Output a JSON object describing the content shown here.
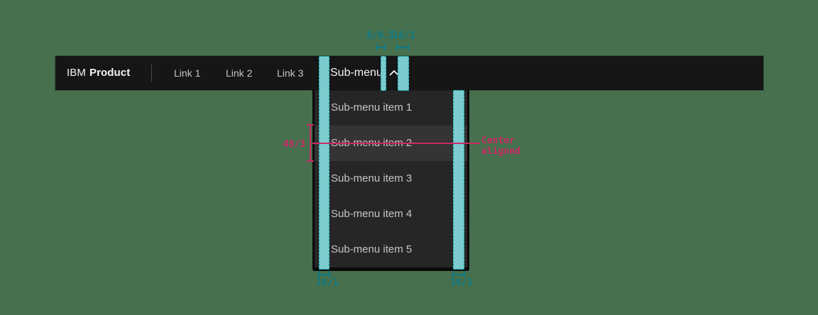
{
  "page": {
    "background_color": "#47704E",
    "description": "Carbon UI shell header with open sub-menu and spacing spec annotations"
  },
  "header": {
    "background_color": "#161616",
    "brand": {
      "prefix": "IBM",
      "name": "Product"
    },
    "links": [
      {
        "label": "Link 1"
      },
      {
        "label": "Link 2"
      },
      {
        "label": "Link 3"
      }
    ],
    "submenu": {
      "label": "Sub-menu",
      "icon": "chevron-up-icon",
      "expanded": true
    }
  },
  "dropdown": {
    "background_color": "#262626",
    "hover_color": "#343434",
    "items": [
      {
        "label": "Sub-menu item 1",
        "state": "default"
      },
      {
        "label": "Sub-menu item 2",
        "state": "hover"
      },
      {
        "label": "Sub-menu item 3",
        "state": "default"
      },
      {
        "label": "Sub-menu item 4",
        "state": "default"
      },
      {
        "label": "Sub-menu item 5",
        "state": "default"
      }
    ]
  },
  "annotations": {
    "colors": {
      "spacing_fill": "#7FD2D6",
      "spacing_border": "#0F98A0",
      "spacing_text": "#0D7B86",
      "magenta": "#CB2963"
    },
    "top": [
      {
        "label": "8/0.5",
        "measures": "gap between label and chevron"
      },
      {
        "label": "16/1",
        "measures": "right padding of sub-menu trigger"
      }
    ],
    "bottom": [
      {
        "label": "16/1",
        "measures": "menu item left padding"
      },
      {
        "label": "16/1",
        "measures": "menu item right padding"
      }
    ],
    "left": {
      "label": "48/3",
      "measures": "menu item height"
    },
    "right": {
      "line1": "Center",
      "line2": "aligned",
      "measures": "vertical centering of item label"
    }
  }
}
